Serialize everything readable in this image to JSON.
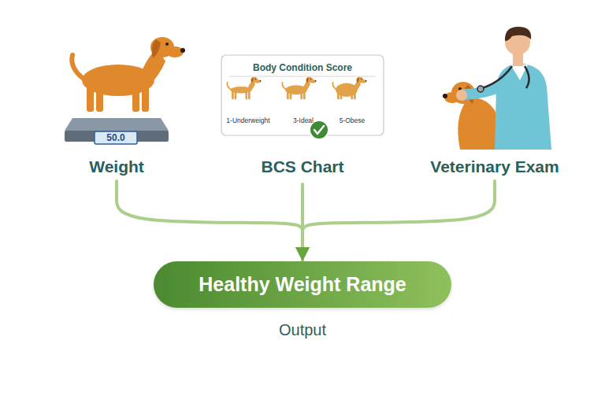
{
  "diagram": {
    "nodes": [
      {
        "text": [
          "Weight"
        ]
      },
      {
        "text": [
          "Body Condition Score",
          "1-Underweight",
          "3-Ideal",
          "5-Obese",
          "BCS Chart"
        ]
      },
      {
        "text": [
          "Veterinary Exam"
        ]
      },
      {
        "text": [
          "Healthy Weight Range",
          "Output"
        ]
      }
    ],
    "edges": [
      {
        "from": 0,
        "to": 3,
        "arrow": "to"
      },
      {
        "from": 1,
        "to": 3,
        "arrow": "to"
      },
      {
        "from": 2,
        "to": 3,
        "arrow": "to"
      }
    ],
    "labels": [
      "50.0"
    ]
  }
}
